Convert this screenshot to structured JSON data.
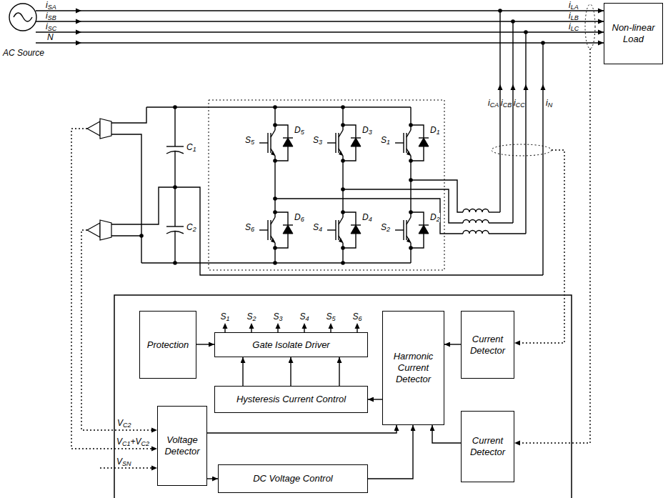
{
  "diagram": {
    "nodes": [
      {
        "text": [
          "AC Source"
        ]
      },
      {
        "text": [
          "Non-linear Load"
        ]
      },
      {
        "text": [
          "Protection"
        ]
      },
      {
        "text": [
          "Gate Isolate Driver"
        ]
      },
      {
        "text": [
          "Harmonic Current Detector"
        ]
      },
      {
        "text": [
          "Current Detector"
        ]
      },
      {
        "text": [
          "Hysteresis Current Control"
        ]
      },
      {
        "text": [
          "Voltage Detector"
        ]
      },
      {
        "text": [
          "DC Voltage Control"
        ]
      },
      {
        "text": [
          "Current Detector"
        ]
      }
    ],
    "edges": [
      {
        "from": 2,
        "to": 3,
        "arrow": "to"
      },
      {
        "from": 6,
        "to": 3,
        "arrow": "to"
      },
      {
        "from": 6,
        "to": 3,
        "arrow": "to"
      },
      {
        "from": 6,
        "to": 3,
        "arrow": "to"
      },
      {
        "from": 4,
        "to": 6,
        "arrow": "to"
      },
      {
        "from": 5,
        "to": 4,
        "arrow": "to"
      },
      {
        "from": 7,
        "to": 4,
        "arrow": "to"
      },
      {
        "from": 8,
        "to": 4,
        "arrow": "to"
      },
      {
        "from": 9,
        "to": 4,
        "arrow": "to"
      },
      {
        "from": 7,
        "to": 8,
        "arrow": "to"
      }
    ],
    "labels": [
      "iSA",
      "iSB",
      "iSC",
      "N",
      "iLA",
      "iLB",
      "iLC",
      "C1",
      "C2",
      "S5",
      "D5",
      "S3",
      "D3",
      "S1",
      "D1",
      "S6",
      "D6",
      "S4",
      "D4",
      "S2",
      "D2",
      "iCA",
      "iCB",
      "iCC",
      "iN",
      "S1",
      "S2",
      "S3",
      "S4",
      "S5",
      "S6",
      "VC2",
      "VC1+VC2",
      "VSN"
    ]
  }
}
